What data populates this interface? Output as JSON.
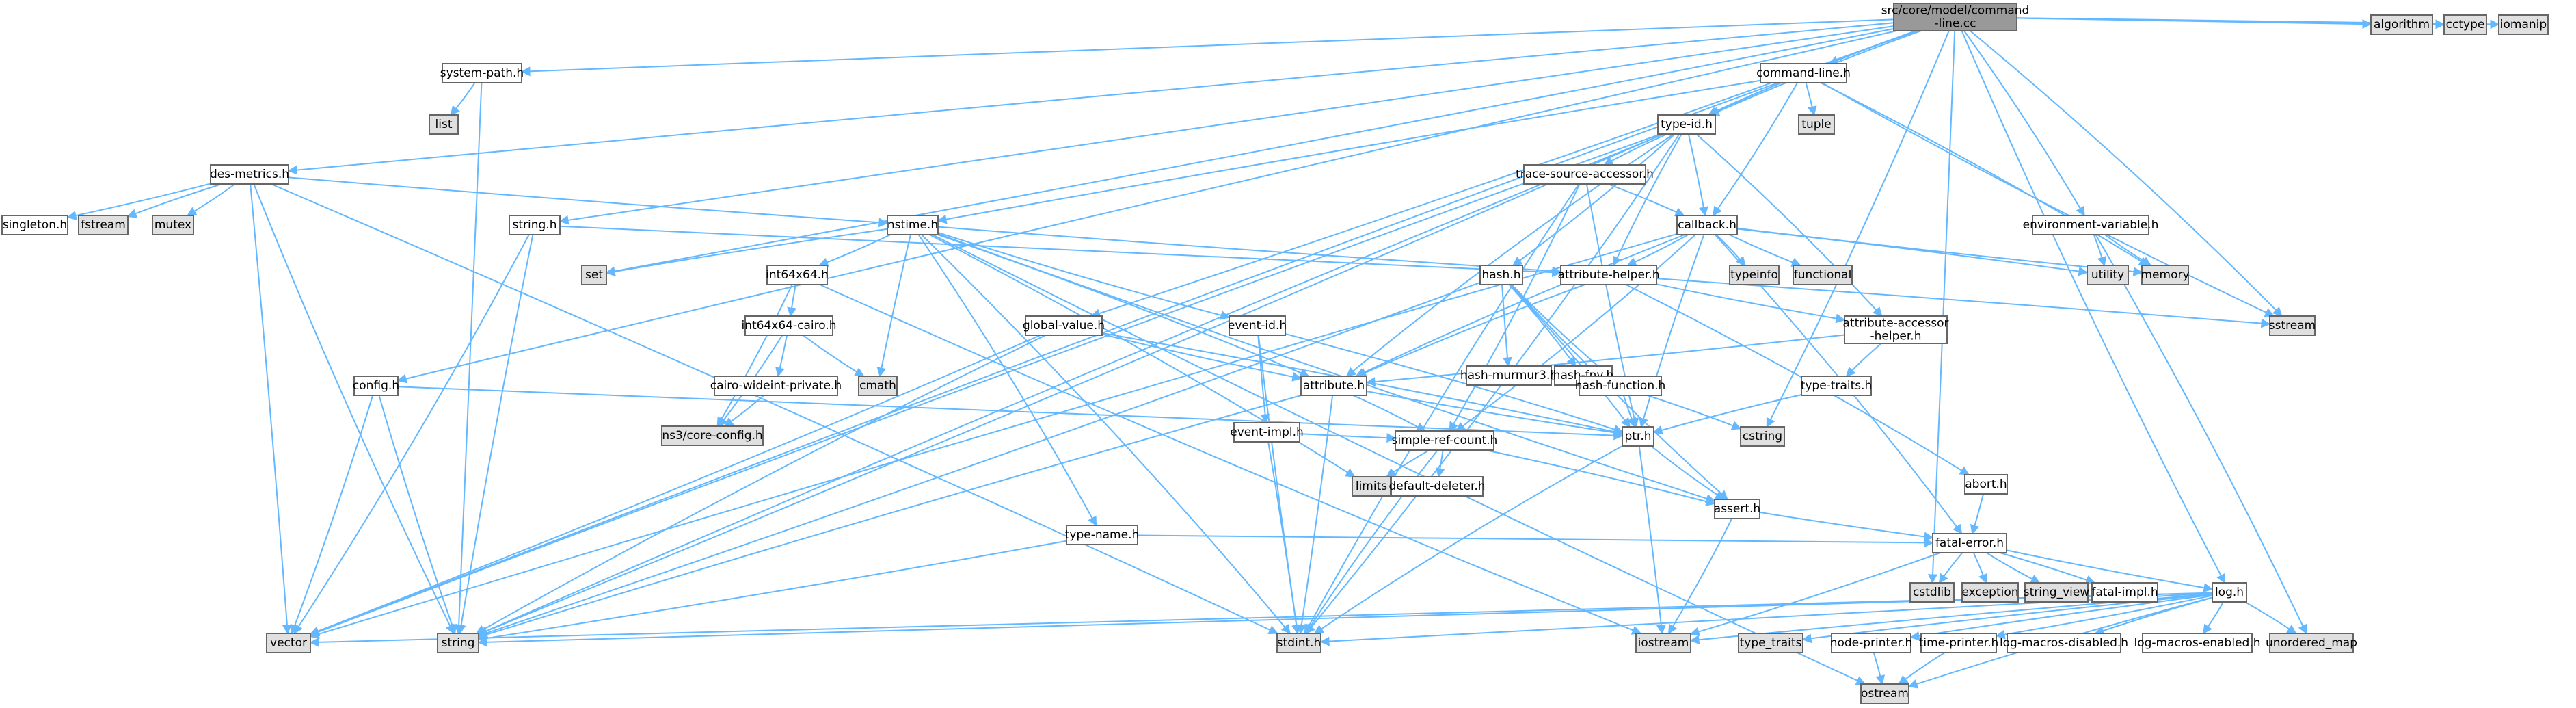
{
  "graph": {
    "colors": {
      "edge": "#63b8ff",
      "root_fill": "#999999",
      "file_fill": "#ffffff",
      "system_fill": "#e0e0e0",
      "border": "#666666",
      "text": "#000000"
    },
    "nodes": [
      {
        "id": "root",
        "lines": [
          "src/core/model/command",
          "-line.cc"
        ],
        "kind": "root"
      },
      {
        "id": "system-path",
        "lines": [
          "system-path.h"
        ],
        "kind": "file"
      },
      {
        "id": "list",
        "lines": [
          "list"
        ],
        "kind": "system"
      },
      {
        "id": "command-line",
        "lines": [
          "command-line.h"
        ],
        "kind": "file"
      },
      {
        "id": "tuple",
        "lines": [
          "tuple"
        ],
        "kind": "system"
      },
      {
        "id": "des-metrics",
        "lines": [
          "des-metrics.h"
        ],
        "kind": "file"
      },
      {
        "id": "singleton",
        "lines": [
          "singleton.h"
        ],
        "kind": "file"
      },
      {
        "id": "fstream",
        "lines": [
          "fstream"
        ],
        "kind": "system"
      },
      {
        "id": "mutex",
        "lines": [
          "mutex"
        ],
        "kind": "system"
      },
      {
        "id": "type-id",
        "lines": [
          "type-id.h"
        ],
        "kind": "file"
      },
      {
        "id": "trace-source-accessor",
        "lines": [
          "trace-source-accessor.h"
        ],
        "kind": "file"
      },
      {
        "id": "string-h",
        "lines": [
          "string.h"
        ],
        "kind": "file"
      },
      {
        "id": "nstime",
        "lines": [
          "nstime.h"
        ],
        "kind": "file"
      },
      {
        "id": "callback",
        "lines": [
          "callback.h"
        ],
        "kind": "file"
      },
      {
        "id": "environment-variable",
        "lines": [
          "environment-variable.h"
        ],
        "kind": "file"
      },
      {
        "id": "set",
        "lines": [
          "set"
        ],
        "kind": "system"
      },
      {
        "id": "attribute-helper",
        "lines": [
          "attribute-helper.h"
        ],
        "kind": "file"
      },
      {
        "id": "typeinfo",
        "lines": [
          "typeinfo"
        ],
        "kind": "system"
      },
      {
        "id": "functional",
        "lines": [
          "functional"
        ],
        "kind": "system"
      },
      {
        "id": "utility",
        "lines": [
          "utility"
        ],
        "kind": "system"
      },
      {
        "id": "memory",
        "lines": [
          "memory"
        ],
        "kind": "system"
      },
      {
        "id": "sstream",
        "lines": [
          "sstream"
        ],
        "kind": "system"
      },
      {
        "id": "algorithm",
        "lines": [
          "algorithm"
        ],
        "kind": "system"
      },
      {
        "id": "cctype",
        "lines": [
          "cctype"
        ],
        "kind": "system"
      },
      {
        "id": "iomanip",
        "lines": [
          "iomanip"
        ],
        "kind": "system"
      },
      {
        "id": "hash",
        "lines": [
          "hash.h"
        ],
        "kind": "file"
      },
      {
        "id": "int64x64",
        "lines": [
          "int64x64.h"
        ],
        "kind": "file"
      },
      {
        "id": "int64x64-cairo",
        "lines": [
          "int64x64-cairo.h"
        ],
        "kind": "file"
      },
      {
        "id": "global-value",
        "lines": [
          "global-value.h"
        ],
        "kind": "file"
      },
      {
        "id": "event-id",
        "lines": [
          "event-id.h"
        ],
        "kind": "file"
      },
      {
        "id": "hash-murmur3",
        "lines": [
          "hash-murmur3.h"
        ],
        "kind": "file"
      },
      {
        "id": "hash-fnv",
        "lines": [
          "hash-fnv.h"
        ],
        "kind": "file"
      },
      {
        "id": "attribute-accessor-helper",
        "lines": [
          "attribute-accessor",
          "-helper.h"
        ],
        "kind": "file"
      },
      {
        "id": "cmath",
        "lines": [
          "cmath"
        ],
        "kind": "system"
      },
      {
        "id": "cairo-wideint-private",
        "lines": [
          "cairo-wideint-private.h"
        ],
        "kind": "file"
      },
      {
        "id": "attribute",
        "lines": [
          "attribute.h"
        ],
        "kind": "file"
      },
      {
        "id": "hash-function",
        "lines": [
          "hash-function.h"
        ],
        "kind": "file"
      },
      {
        "id": "type-traits",
        "lines": [
          "type-traits.h"
        ],
        "kind": "file"
      },
      {
        "id": "config",
        "lines": [
          "config.h"
        ],
        "kind": "file"
      },
      {
        "id": "event-impl",
        "lines": [
          "event-impl.h"
        ],
        "kind": "file"
      },
      {
        "id": "ns3-core-config",
        "lines": [
          "ns3/core-config.h"
        ],
        "kind": "system"
      },
      {
        "id": "ptr",
        "lines": [
          "ptr.h"
        ],
        "kind": "file"
      },
      {
        "id": "cstring",
        "lines": [
          "cstring"
        ],
        "kind": "system"
      },
      {
        "id": "simple-ref-count",
        "lines": [
          "simple-ref-count.h"
        ],
        "kind": "file"
      },
      {
        "id": "abort",
        "lines": [
          "abort.h"
        ],
        "kind": "file"
      },
      {
        "id": "limits",
        "lines": [
          "limits"
        ],
        "kind": "system"
      },
      {
        "id": "default-deleter",
        "lines": [
          "default-deleter.h"
        ],
        "kind": "file"
      },
      {
        "id": "type-name",
        "lines": [
          "type-name.h"
        ],
        "kind": "file"
      },
      {
        "id": "assert",
        "lines": [
          "assert.h"
        ],
        "kind": "file"
      },
      {
        "id": "fatal-error",
        "lines": [
          "fatal-error.h"
        ],
        "kind": "file"
      },
      {
        "id": "cstdlib",
        "lines": [
          "cstdlib"
        ],
        "kind": "system"
      },
      {
        "id": "exception",
        "lines": [
          "exception"
        ],
        "kind": "system"
      },
      {
        "id": "string_view",
        "lines": [
          "string_view"
        ],
        "kind": "system"
      },
      {
        "id": "fatal-impl",
        "lines": [
          "fatal-impl.h"
        ],
        "kind": "file"
      },
      {
        "id": "log",
        "lines": [
          "log.h"
        ],
        "kind": "file"
      },
      {
        "id": "vector",
        "lines": [
          "vector"
        ],
        "kind": "system"
      },
      {
        "id": "string",
        "lines": [
          "string"
        ],
        "kind": "system"
      },
      {
        "id": "stdint",
        "lines": [
          "stdint.h"
        ],
        "kind": "system"
      },
      {
        "id": "iostream",
        "lines": [
          "iostream"
        ],
        "kind": "system"
      },
      {
        "id": "type_traits",
        "lines": [
          "type_traits"
        ],
        "kind": "system"
      },
      {
        "id": "node-printer",
        "lines": [
          "node-printer.h"
        ],
        "kind": "file"
      },
      {
        "id": "time-printer",
        "lines": [
          "time-printer.h"
        ],
        "kind": "file"
      },
      {
        "id": "log-macros-disabled",
        "lines": [
          "log-macros-disabled.h"
        ],
        "kind": "file"
      },
      {
        "id": "log-macros-enabled",
        "lines": [
          "log-macros-enabled.h"
        ],
        "kind": "file"
      },
      {
        "id": "unordered_map",
        "lines": [
          "unordered_map"
        ],
        "kind": "system"
      },
      {
        "id": "ostream",
        "lines": [
          "ostream"
        ],
        "kind": "system"
      }
    ],
    "edges": [
      [
        "root",
        "system-path"
      ],
      [
        "root",
        "command-line"
      ],
      [
        "root",
        "des-metrics"
      ],
      [
        "root",
        "string-h"
      ],
      [
        "root",
        "set"
      ],
      [
        "root",
        "config"
      ],
      [
        "root",
        "global-value"
      ],
      [
        "root",
        "type-id"
      ],
      [
        "root",
        "environment-variable"
      ],
      [
        "root",
        "cstdlib"
      ],
      [
        "root",
        "cstring"
      ],
      [
        "root",
        "log"
      ],
      [
        "root",
        "sstream"
      ],
      [
        "root",
        "algorithm"
      ],
      [
        "root",
        "cctype"
      ],
      [
        "root",
        "iomanip"
      ],
      [
        "system-path",
        "list"
      ],
      [
        "system-path",
        "string"
      ],
      [
        "command-line",
        "tuple"
      ],
      [
        "command-line",
        "type-id"
      ],
      [
        "command-line",
        "callback"
      ],
      [
        "command-line",
        "nstime"
      ],
      [
        "command-line",
        "memory"
      ],
      [
        "command-line",
        "sstream"
      ],
      [
        "command-line",
        "string"
      ],
      [
        "command-line",
        "vector"
      ],
      [
        "des-metrics",
        "singleton"
      ],
      [
        "des-metrics",
        "fstream"
      ],
      [
        "des-metrics",
        "mutex"
      ],
      [
        "des-metrics",
        "nstime"
      ],
      [
        "des-metrics",
        "vector"
      ],
      [
        "des-metrics",
        "string"
      ],
      [
        "des-metrics",
        "stdint"
      ],
      [
        "type-id",
        "trace-source-accessor"
      ],
      [
        "type-id",
        "callback"
      ],
      [
        "type-id",
        "attribute-helper"
      ],
      [
        "type-id",
        "hash"
      ],
      [
        "type-id",
        "attribute"
      ],
      [
        "type-id",
        "attribute-accessor-helper"
      ],
      [
        "type-id",
        "string"
      ],
      [
        "type-id",
        "stdint"
      ],
      [
        "type-id",
        "vector"
      ],
      [
        "trace-source-accessor",
        "callback"
      ],
      [
        "trace-source-accessor",
        "ptr"
      ],
      [
        "trace-source-accessor",
        "simple-ref-count"
      ],
      [
        "trace-source-accessor",
        "stdint"
      ],
      [
        "string-h",
        "vector"
      ],
      [
        "string-h",
        "string"
      ],
      [
        "string-h",
        "attribute-helper"
      ],
      [
        "nstime",
        "set"
      ],
      [
        "nstime",
        "int64x64"
      ],
      [
        "nstime",
        "event-id"
      ],
      [
        "nstime",
        "attribute"
      ],
      [
        "nstime",
        "attribute-helper"
      ],
      [
        "nstime",
        "type-name"
      ],
      [
        "nstime",
        "cmath"
      ],
      [
        "nstime",
        "limits"
      ],
      [
        "nstime",
        "ostream"
      ],
      [
        "nstime",
        "stdint"
      ],
      [
        "nstime",
        "assert"
      ],
      [
        "callback",
        "typeinfo"
      ],
      [
        "callback",
        "functional"
      ],
      [
        "callback",
        "utility"
      ],
      [
        "callback",
        "memory"
      ],
      [
        "callback",
        "attribute-helper"
      ],
      [
        "callback",
        "attribute"
      ],
      [
        "callback",
        "simple-ref-count"
      ],
      [
        "callback",
        "ptr"
      ],
      [
        "callback",
        "fatal-error"
      ],
      [
        "callback",
        "vector"
      ],
      [
        "environment-variable",
        "utility"
      ],
      [
        "environment-variable",
        "memory"
      ],
      [
        "environment-variable",
        "unordered_map"
      ],
      [
        "attribute-helper",
        "attribute-accessor-helper"
      ],
      [
        "attribute-helper",
        "abort"
      ],
      [
        "attribute-helper",
        "attribute"
      ],
      [
        "attribute-helper",
        "sstream"
      ],
      [
        "hash",
        "hash-murmur3"
      ],
      [
        "hash",
        "hash-fnv"
      ],
      [
        "hash",
        "hash-function"
      ],
      [
        "hash",
        "ptr"
      ],
      [
        "hash",
        "assert"
      ],
      [
        "hash",
        "string"
      ],
      [
        "int64x64",
        "int64x64-cairo"
      ],
      [
        "int64x64",
        "ns3-core-config"
      ],
      [
        "int64x64",
        "iostream"
      ],
      [
        "int64x64-cairo",
        "cairo-wideint-private"
      ],
      [
        "int64x64-cairo",
        "cmath"
      ],
      [
        "int64x64-cairo",
        "ns3-core-config"
      ],
      [
        "global-value",
        "attribute"
      ],
      [
        "global-value",
        "ptr"
      ],
      [
        "global-value",
        "string"
      ],
      [
        "global-value",
        "vector"
      ],
      [
        "event-id",
        "event-impl"
      ],
      [
        "event-id",
        "ptr"
      ],
      [
        "event-id",
        "stdint"
      ],
      [
        "hash-murmur3",
        "hash-function"
      ],
      [
        "hash-fnv",
        "hash-function"
      ],
      [
        "attribute-accessor-helper",
        "attribute"
      ],
      [
        "attribute-accessor-helper",
        "type-traits"
      ],
      [
        "cairo-wideint-private",
        "ns3-core-config"
      ],
      [
        "attribute",
        "ptr"
      ],
      [
        "attribute",
        "simple-ref-count"
      ],
      [
        "attribute",
        "string"
      ],
      [
        "attribute",
        "stdint"
      ],
      [
        "hash-function",
        "ptr"
      ],
      [
        "hash-function",
        "cstring"
      ],
      [
        "type-traits",
        "ptr"
      ],
      [
        "config",
        "ptr"
      ],
      [
        "config",
        "string"
      ],
      [
        "config",
        "vector"
      ],
      [
        "event-impl",
        "simple-ref-count"
      ],
      [
        "event-impl",
        "stdint"
      ],
      [
        "ptr",
        "assert"
      ],
      [
        "ptr",
        "iostream"
      ],
      [
        "ptr",
        "stdint"
      ],
      [
        "simple-ref-count",
        "default-deleter"
      ],
      [
        "simple-ref-count",
        "limits"
      ],
      [
        "simple-ref-count",
        "assert"
      ],
      [
        "simple-ref-count",
        "stdint"
      ],
      [
        "abort",
        "fatal-error"
      ],
      [
        "type-name",
        "fatal-error"
      ],
      [
        "type-name",
        "string"
      ],
      [
        "assert",
        "fatal-error"
      ],
      [
        "assert",
        "iostream"
      ],
      [
        "fatal-error",
        "cstdlib"
      ],
      [
        "fatal-error",
        "exception"
      ],
      [
        "fatal-error",
        "string_view"
      ],
      [
        "fatal-error",
        "fatal-impl"
      ],
      [
        "fatal-error",
        "log"
      ],
      [
        "fatal-error",
        "iostream"
      ],
      [
        "log",
        "node-printer"
      ],
      [
        "log",
        "time-printer"
      ],
      [
        "log",
        "log-macros-disabled"
      ],
      [
        "log",
        "log-macros-enabled"
      ],
      [
        "log",
        "type_traits"
      ],
      [
        "log",
        "unordered_map"
      ],
      [
        "log",
        "iostream"
      ],
      [
        "log",
        "stdint"
      ],
      [
        "log",
        "string"
      ],
      [
        "log",
        "vector"
      ],
      [
        "log",
        "ostream"
      ],
      [
        "node-printer",
        "ostream"
      ],
      [
        "time-printer",
        "ostream"
      ]
    ]
  }
}
